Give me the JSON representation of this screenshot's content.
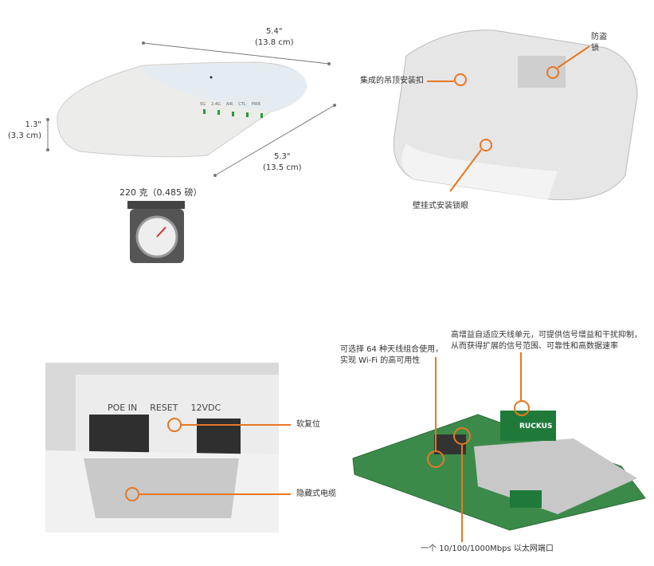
{
  "dimensions": {
    "width_in": "5.4\"",
    "width_cm": "(13.8 cm)",
    "depth_in": "5.3\"",
    "depth_cm": "(13.5 cm)",
    "height_in": "1.3\"",
    "height_cm": "(3.3 cm)",
    "weight": "220 克（0.485 磅）"
  },
  "led_labels": [
    "5G",
    "2.4G",
    "AIR",
    "CTL",
    "PWR"
  ],
  "callouts": {
    "anti_theft_lock": "防盗\n锁",
    "ceiling_clip": "集成的吊顶安装扣",
    "wall_mount": "壁挂式安装锁眼",
    "soft_reset": "软复位",
    "hidden_cable": "隐藏式电缆",
    "antenna_combo_1": "可选择 64 种天线组合使用，",
    "antenna_combo_2": "实现 Wi-Fi 的高可用性",
    "antenna_gain_1": "高增益自适应天线单元，可提供信号增益和干扰抑制，",
    "antenna_gain_2": "从而获得扩展的信号范围、可靠性和高数据速率",
    "ethernet": "一个 10/100/1000Mbps 以太网端口"
  },
  "port_labels": [
    "POE IN",
    "RESET",
    "12VDC"
  ],
  "board_brand": "RUCKUS",
  "colors": {
    "accent": "#e87722",
    "led": "#2a9a3a"
  }
}
